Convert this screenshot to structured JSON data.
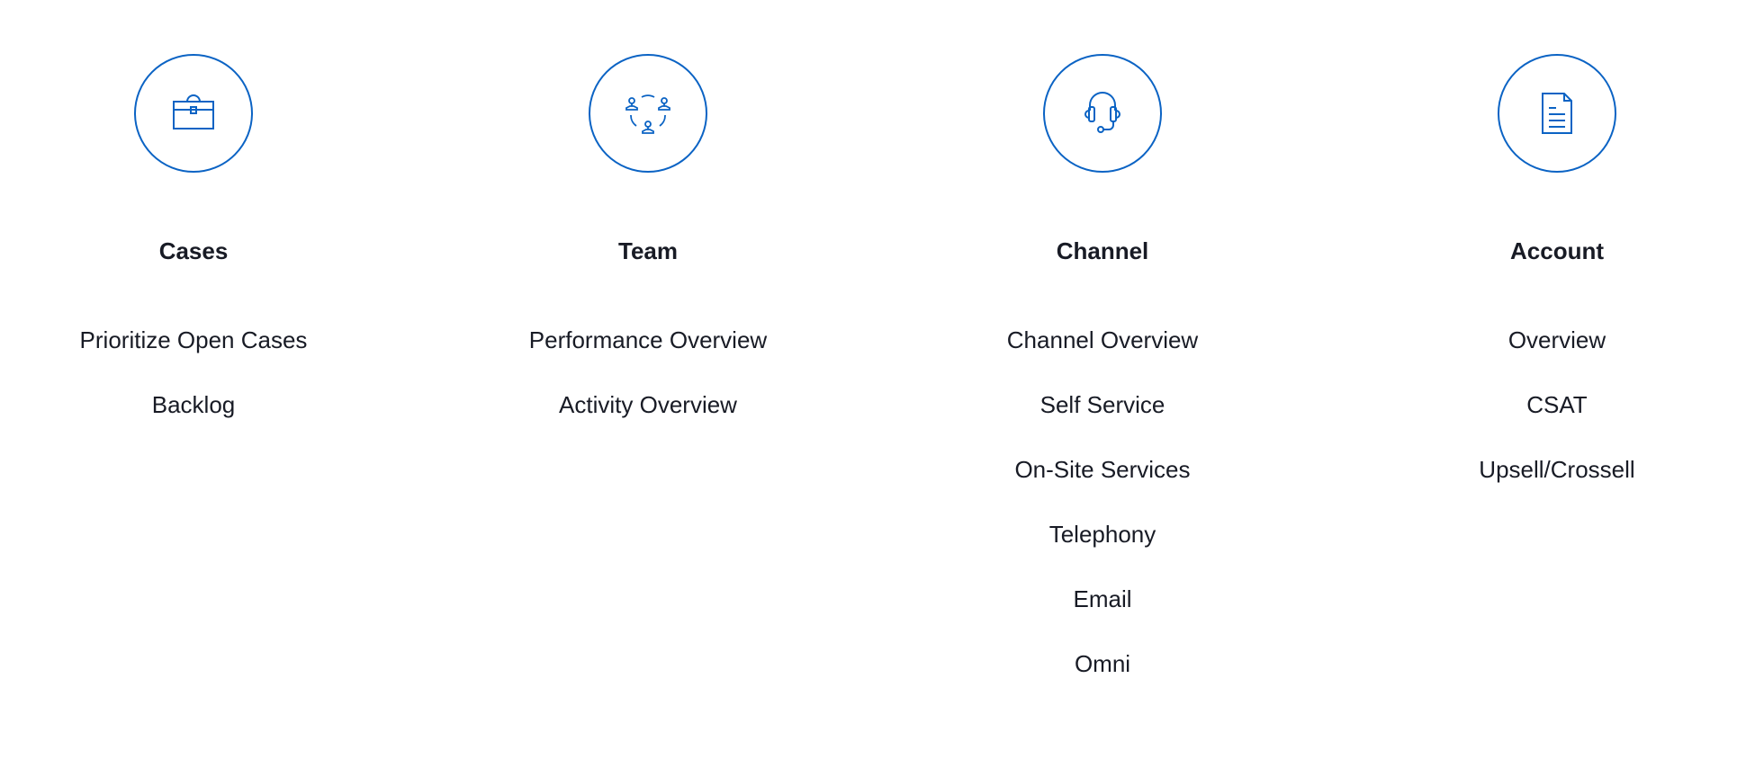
{
  "colors": {
    "accent": "#0b63c4",
    "text": "#181b25"
  },
  "columns": [
    {
      "icon": "briefcase-icon",
      "title": "Cases",
      "items": [
        "Prioritize Open Cases",
        "Backlog"
      ]
    },
    {
      "icon": "team-icon",
      "title": "Team",
      "items": [
        "Performance Overview",
        "Activity Overview"
      ]
    },
    {
      "icon": "headset-icon",
      "title": "Channel",
      "items": [
        "Channel Overview",
        "Self Service",
        "On-Site Services",
        "Telephony",
        "Email",
        "Omni"
      ]
    },
    {
      "icon": "document-icon",
      "title": "Account",
      "items": [
        "Overview",
        "CSAT",
        "Upsell/Crossell"
      ]
    }
  ]
}
